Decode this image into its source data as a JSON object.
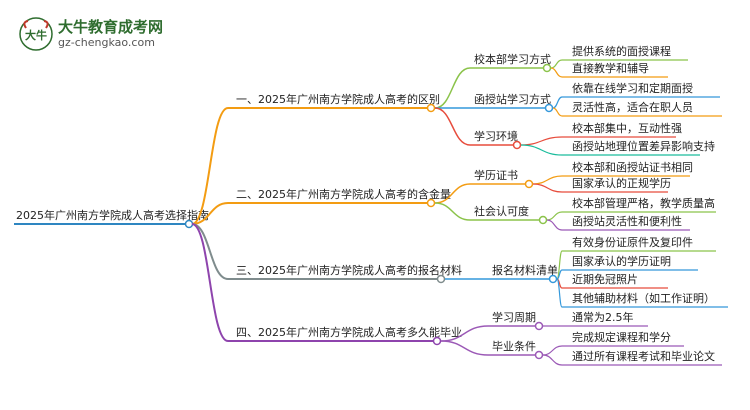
{
  "header": {
    "logo_title": "大牛教育成考网",
    "logo_url": "gz-chengkao.com",
    "logo_mark_text": "大牛"
  },
  "colors": {
    "root_line": "#2e86c1",
    "b1": "#f39c12",
    "b2": "#f39c12",
    "b3": "#7f8c8d",
    "b4": "#8e44ad",
    "sub_green": "#8bc34a",
    "sub_blue": "#3498db",
    "sub_red": "#e74c3c",
    "sub_purple": "#9b59b6",
    "sub_orange": "#f39c12",
    "sub_teal": "#1abc9c"
  },
  "root": {
    "label": "2025年广州南方学院成人高考选择指南"
  },
  "branches": [
    {
      "label": "一、2025年广州南方学院成人高考的区别",
      "children": [
        {
          "label": "校本部学习方式",
          "leaves": [
            "提供系统的面授课程",
            "直接教学和辅导"
          ]
        },
        {
          "label": "函授站学习方式",
          "leaves": [
            "依靠在线学习和定期面授",
            "灵活性高，适合在职人员"
          ]
        },
        {
          "label": "学习环境",
          "leaves": [
            "校本部集中，互动性强",
            "函授站地理位置差异影响支持"
          ]
        }
      ]
    },
    {
      "label": "二、2025年广州南方学院成人高考的含金量",
      "children": [
        {
          "label": "学历证书",
          "leaves": [
            "校本部和函授站证书相同",
            "国家承认的正规学历"
          ]
        },
        {
          "label": "社会认可度",
          "leaves": [
            "校本部管理严格，教学质量高",
            "函授站灵活性和便利性"
          ]
        }
      ]
    },
    {
      "label": "三、2025年广州南方学院成人高考的报名材料",
      "children": [
        {
          "label": "报名材料清单",
          "leaves": [
            "有效身份证原件及复印件",
            "国家承认的学历证明",
            "近期免冠照片",
            "其他辅助材料（如工作证明）"
          ]
        }
      ]
    },
    {
      "label": "四、2025年广州南方学院成人高考多久能毕业",
      "children": [
        {
          "label": "学习周期",
          "leaves": [
            "通常为2.5年"
          ]
        },
        {
          "label": "毕业条件",
          "leaves": [
            "完成规定课程和学分",
            "通过所有课程考试和毕业论文"
          ]
        }
      ]
    }
  ]
}
